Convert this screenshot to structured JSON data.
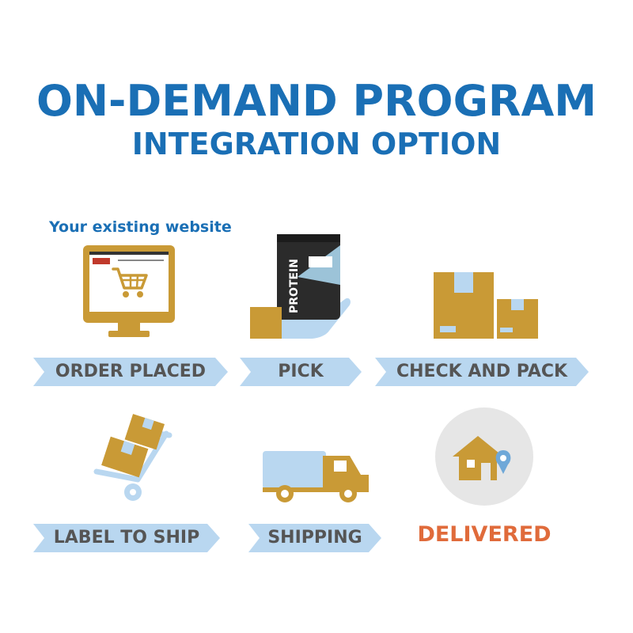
{
  "title": "ON-DEMAND PROGRAM",
  "subtitle": "INTEGRATION OPTION",
  "website_caption": "Your existing website",
  "product_label": "PROTEIN",
  "steps": [
    {
      "label": "ORDER PLACED",
      "icon": "computer-cart-icon"
    },
    {
      "label": "PICK",
      "icon": "hand-product-icon"
    },
    {
      "label": "CHECK AND PACK",
      "icon": "boxes-icon"
    },
    {
      "label": "LABEL TO SHIP",
      "icon": "hand-truck-icon"
    },
    {
      "label": "SHIPPING",
      "icon": "truck-icon"
    },
    {
      "label": "DELIVERED",
      "icon": "house-location-icon"
    }
  ],
  "colors": {
    "title": "#1a6fb5",
    "box": "#c99a36",
    "light_blue": "#b9d7f0",
    "banner_text": "#555555",
    "delivered": "#e06b3b",
    "circle": "#e6e6e6"
  }
}
